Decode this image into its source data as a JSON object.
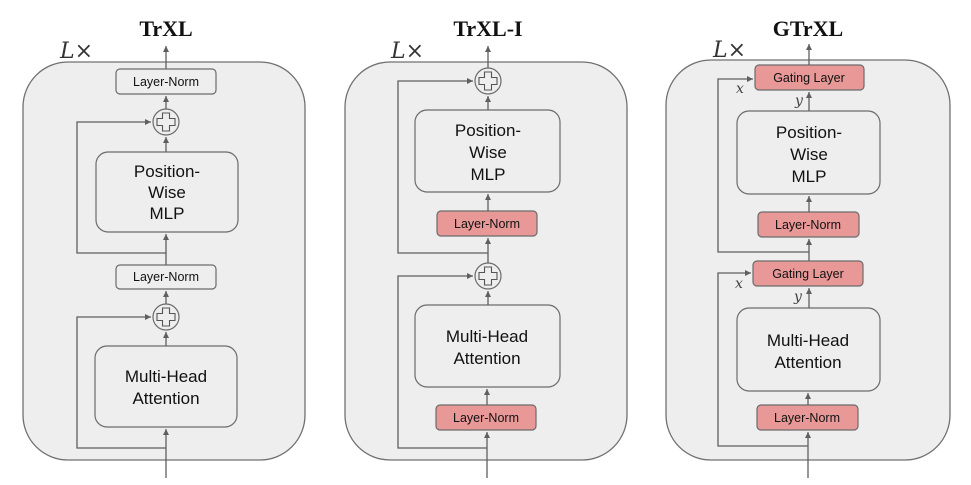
{
  "figure": {
    "panels": [
      {
        "title": "TrXL",
        "repeat_label": "L×",
        "blocks": {
          "top_norm": "Layer-Norm",
          "mlp": [
            "Position-",
            "Wise",
            "MLP"
          ],
          "mid_norm": "Layer-Norm",
          "attention": [
            "Multi-Head",
            "Attention"
          ]
        }
      },
      {
        "title": "TrXL-I",
        "repeat_label": "L×",
        "blocks": {
          "mlp": [
            "Position-",
            "Wise",
            "MLP"
          ],
          "mlp_norm": "Layer-Norm",
          "attention": [
            "Multi-Head",
            "Attention"
          ],
          "attn_norm": "Layer-Norm"
        }
      },
      {
        "title": "GTrXL",
        "repeat_label": "L×",
        "blocks": {
          "top_gate": "Gating Layer",
          "mlp": [
            "Position-",
            "Wise",
            "MLP"
          ],
          "mlp_norm": "Layer-Norm",
          "mid_gate": "Gating Layer",
          "attention": [
            "Multi-Head",
            "Attention"
          ],
          "attn_norm": "Layer-Norm"
        },
        "gate_inputs": {
          "x": "x",
          "y": "y"
        }
      }
    ],
    "colors": {
      "block_fill": "#eeeeee",
      "highlight_fill": "#e99898",
      "stroke": "#6b6b6b"
    }
  }
}
